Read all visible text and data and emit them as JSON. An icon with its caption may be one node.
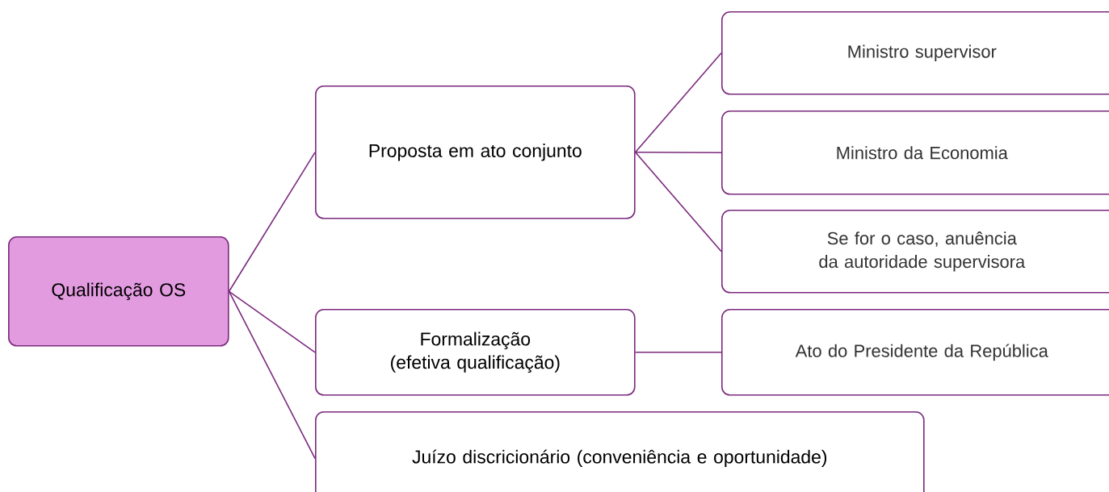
{
  "diagram": {
    "nodes": [
      {
        "text": [
          "Qualificação OS"
        ]
      },
      {
        "text": [
          "Proposta em ato conjunto"
        ]
      },
      {
        "text": [
          "Ministro supervisor"
        ]
      },
      {
        "text": [
          "Ministro da Economia"
        ]
      },
      {
        "text": [
          "Se for o caso, anuência da autoridade supervisora"
        ]
      },
      {
        "text": [
          "Formalização (efetiva qualificação)"
        ]
      },
      {
        "text": [
          "Ato do Presidente da República"
        ]
      },
      {
        "text": [
          "Juízo discricionário (conveniência e oportunidade)"
        ]
      }
    ],
    "edges": [
      {
        "from": 0,
        "to": 1,
        "arrow": "none"
      },
      {
        "from": 1,
        "to": 2,
        "arrow": "none"
      },
      {
        "from": 1,
        "to": 3,
        "arrow": "none"
      },
      {
        "from": 1,
        "to": 4,
        "arrow": "none"
      },
      {
        "from": 0,
        "to": 5,
        "arrow": "none"
      },
      {
        "from": 5,
        "to": 6,
        "arrow": "none"
      },
      {
        "from": 0,
        "to": 7,
        "arrow": "none"
      }
    ]
  }
}
